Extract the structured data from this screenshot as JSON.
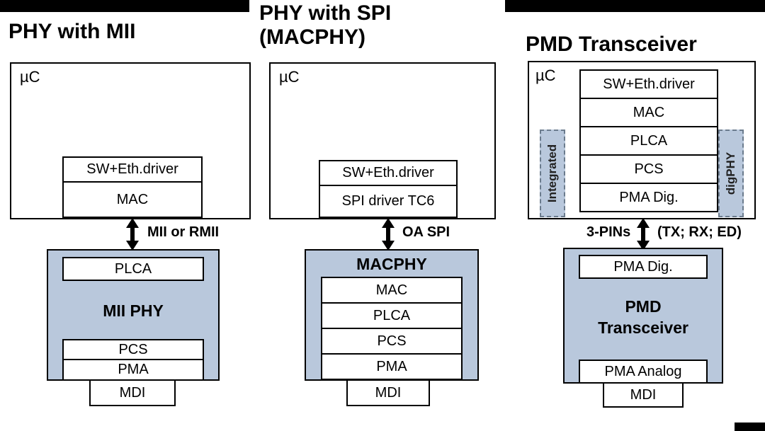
{
  "colors": {
    "phy_fill": "#b9c8dc",
    "bar": "#000000",
    "border": "#000000"
  },
  "col1": {
    "title": "PHY with MII",
    "uc_label": "µC",
    "sw_box": "SW+Eth.driver",
    "mac_box": "MAC",
    "arrow_label": "MII or RMII",
    "plca_box": "PLCA",
    "phy_name": "MII PHY",
    "pcs_box": "PCS",
    "pma_box": "PMA",
    "mdi_box": "MDI"
  },
  "col2": {
    "title_line1": "PHY with SPI",
    "title_line2": "(MACPHY)",
    "uc_label": "µC",
    "sw_box": "SW+Eth.driver",
    "spi_box": "SPI driver TC6",
    "arrow_label": "OA SPI",
    "phy_name": "MACPHY",
    "mac_box": "MAC",
    "plca_box": "PLCA",
    "pcs_box": "PCS",
    "pma_box": "PMA",
    "mdi_box": "MDI"
  },
  "col3": {
    "title": "PMD Transceiver",
    "uc_label": "µC",
    "stack": [
      "SW+Eth.driver",
      "MAC",
      "PLCA",
      "PCS",
      "PMA Dig."
    ],
    "left_tag": "Integrated",
    "right_tag": "digPHY",
    "arrow_label_left": "3-PINs",
    "arrow_label_right": "(TX; RX; ED)",
    "pma_dig_box": "PMA Dig.",
    "phy_name_line1": "PMD",
    "phy_name_line2": "Transceiver",
    "pma_analog_box": "PMA Analog",
    "mdi_box": "MDI"
  }
}
